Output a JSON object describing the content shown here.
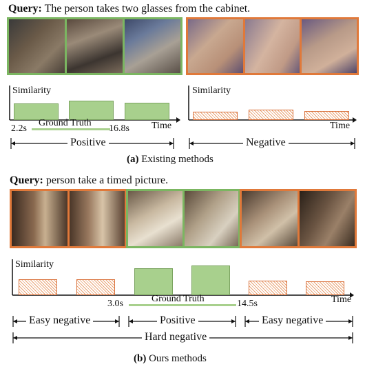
{
  "part_a": {
    "query_label": "Query:",
    "query_text": "The person takes two glasses from the cabinet.",
    "similarity_label": "Similarity",
    "time_label": "Time",
    "ground_truth_label": "Ground Truth",
    "gt_start": "2.2s",
    "gt_end": "16.8s",
    "positive_label": "Positive",
    "negative_label": "Negative",
    "caption_letter": "(a)",
    "caption_text": "Existing methods",
    "positive_bars": [
      0.68,
      0.78,
      0.7
    ],
    "negative_bars": [
      0.32,
      0.42,
      0.36
    ]
  },
  "part_b": {
    "query_label": "Query:",
    "query_text": "person take a timed picture.",
    "similarity_label": "Similarity",
    "time_label": "Time",
    "ground_truth_label": "Ground Truth",
    "gt_start": "3.0s",
    "gt_end": "14.5s",
    "easy_negative_left": "Easy negative",
    "positive_label": "Positive",
    "easy_negative_right": "Easy negative",
    "hard_negative_label": "Hard negative",
    "caption_letter": "(b)",
    "caption_text": "Ours methods",
    "bars": [
      {
        "kind": "negative",
        "value": 0.45
      },
      {
        "kind": "negative",
        "value": 0.45
      },
      {
        "kind": "positive",
        "value": 0.78
      },
      {
        "kind": "positive",
        "value": 0.85
      },
      {
        "kind": "negative",
        "value": 0.42
      },
      {
        "kind": "negative",
        "value": 0.4
      }
    ]
  },
  "colors": {
    "positive": "#a8d08d",
    "positive_border": "#7bb661",
    "negative": "#e0793a"
  }
}
